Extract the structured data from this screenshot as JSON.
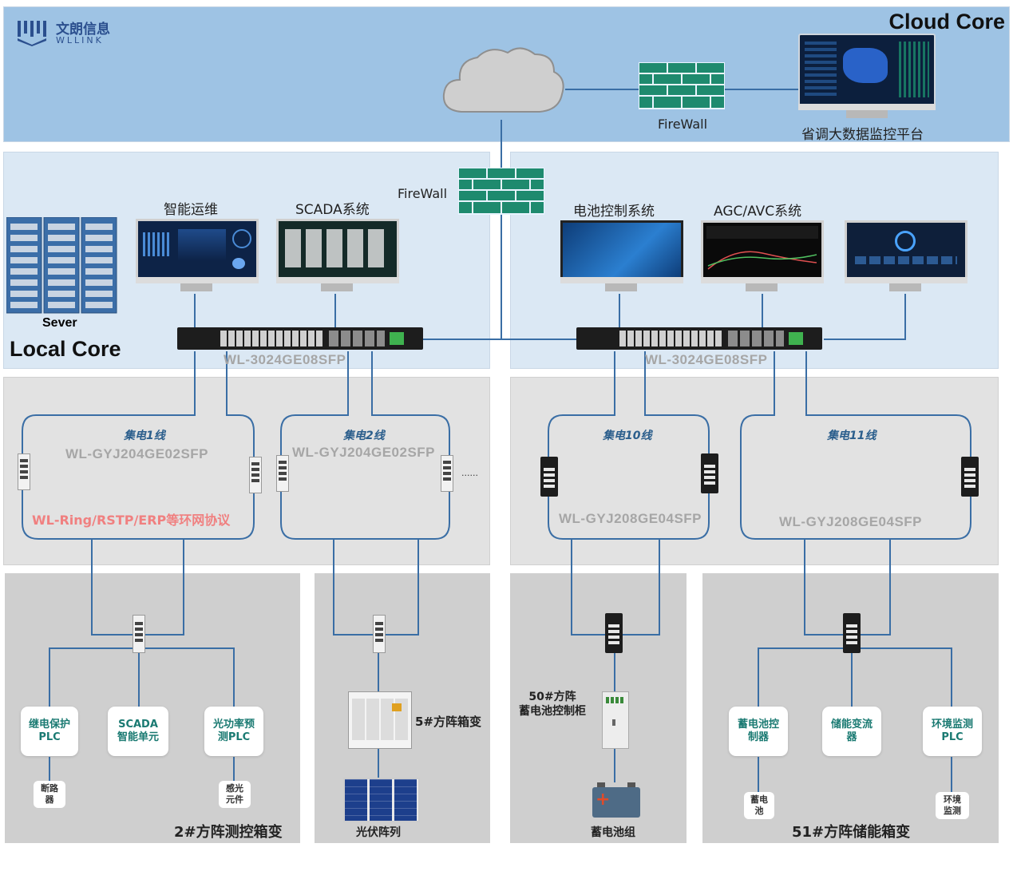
{
  "brand": {
    "name_cn": "文朗信息",
    "name_en": "WLLINK"
  },
  "zones": {
    "cloud_core": "Cloud Core",
    "local_core": "Local Core"
  },
  "cloud": {
    "firewall": "FireWall",
    "platform": "省调大数据监控平台"
  },
  "local": {
    "server": "Sever",
    "firewall": "FireWall",
    "left_monitors": [
      "智能运维",
      "SCADA系统"
    ],
    "right_monitors": [
      "电池控制系统",
      "AGC/AVC系统"
    ],
    "core_switch_left": "WL-3024GE08SFP",
    "core_switch_right": "WL-3024GE08SFP"
  },
  "rings": [
    {
      "name": "集电1线",
      "model": "WL-GYJ204GE02SFP"
    },
    {
      "name": "集电2线",
      "model": "WL-GYJ204GE02SFP"
    },
    {
      "name": "集电10线",
      "model": "WL-GYJ208GE04SFP"
    },
    {
      "name": "集电11线",
      "model": "WL-GYJ208GE04SFP"
    }
  ],
  "ring_protocol": "WL-Ring/RSTP/ERP等环网协议",
  "ellipsis": "......",
  "field": {
    "box2": {
      "title": "2#方阵测控箱变",
      "devices": [
        "继电保护\nPLC",
        "SCADA\n智能单元",
        "光功率预\n测PLC"
      ],
      "sub": [
        "断路\n器",
        "感光\n元件"
      ]
    },
    "box5": {
      "transformer": "5#方阵箱变",
      "pv": "光伏阵列"
    },
    "box50": {
      "cabinet": "50#方阵\n蓄电池控制柜",
      "battery": "蓄电池组"
    },
    "box51": {
      "title": "51#方阵储能箱变",
      "devices": [
        "蓄电池控\n制器",
        "储能变流\n器",
        "环境监测\nPLC"
      ],
      "sub": [
        "蓄电\n池",
        "环境\n监测"
      ]
    }
  },
  "colors": {
    "link": "#3a6ea5",
    "cloud_bg": "#9ec3e4",
    "firewall": "#1e8a6e",
    "device_text": "#1a7a72",
    "protocol_text": "#f08080"
  }
}
